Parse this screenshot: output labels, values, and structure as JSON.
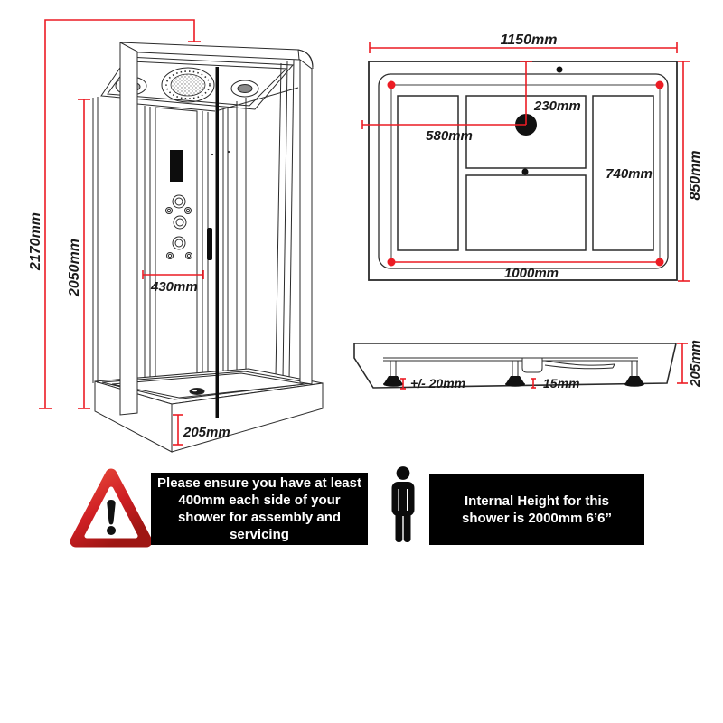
{
  "front_view": {
    "dim_total_height": "2170mm",
    "dim_cabin_height": "2050mm",
    "dim_panel_width": "430mm",
    "dim_tray_height": "205mm"
  },
  "top_view": {
    "dim_width": "1150mm",
    "dim_depth": "850mm",
    "dim_drain_from_top": "230mm",
    "dim_drain_from_left": "580mm",
    "dim_side_panel": "740mm",
    "dim_inner_width": "1000mm"
  },
  "side_view": {
    "dim_height": "205mm",
    "dim_foot_adjustment": "+/- 20mm",
    "dim_waste": "15mm"
  },
  "notices": {
    "clearance": {
      "lines": [
        "Please ensure you have at least",
        "400mm each side of your",
        "shower for assembly and",
        "servicing"
      ]
    },
    "internal_height": {
      "lines": [
        "Internal Height for this",
        "shower is 2000mm 6’6”"
      ]
    }
  },
  "colors": {
    "dimension_red": "#ec1c24",
    "line_black": "#2b2b2b",
    "notice_bg": "#000000",
    "notice_text": "#ffffff"
  }
}
